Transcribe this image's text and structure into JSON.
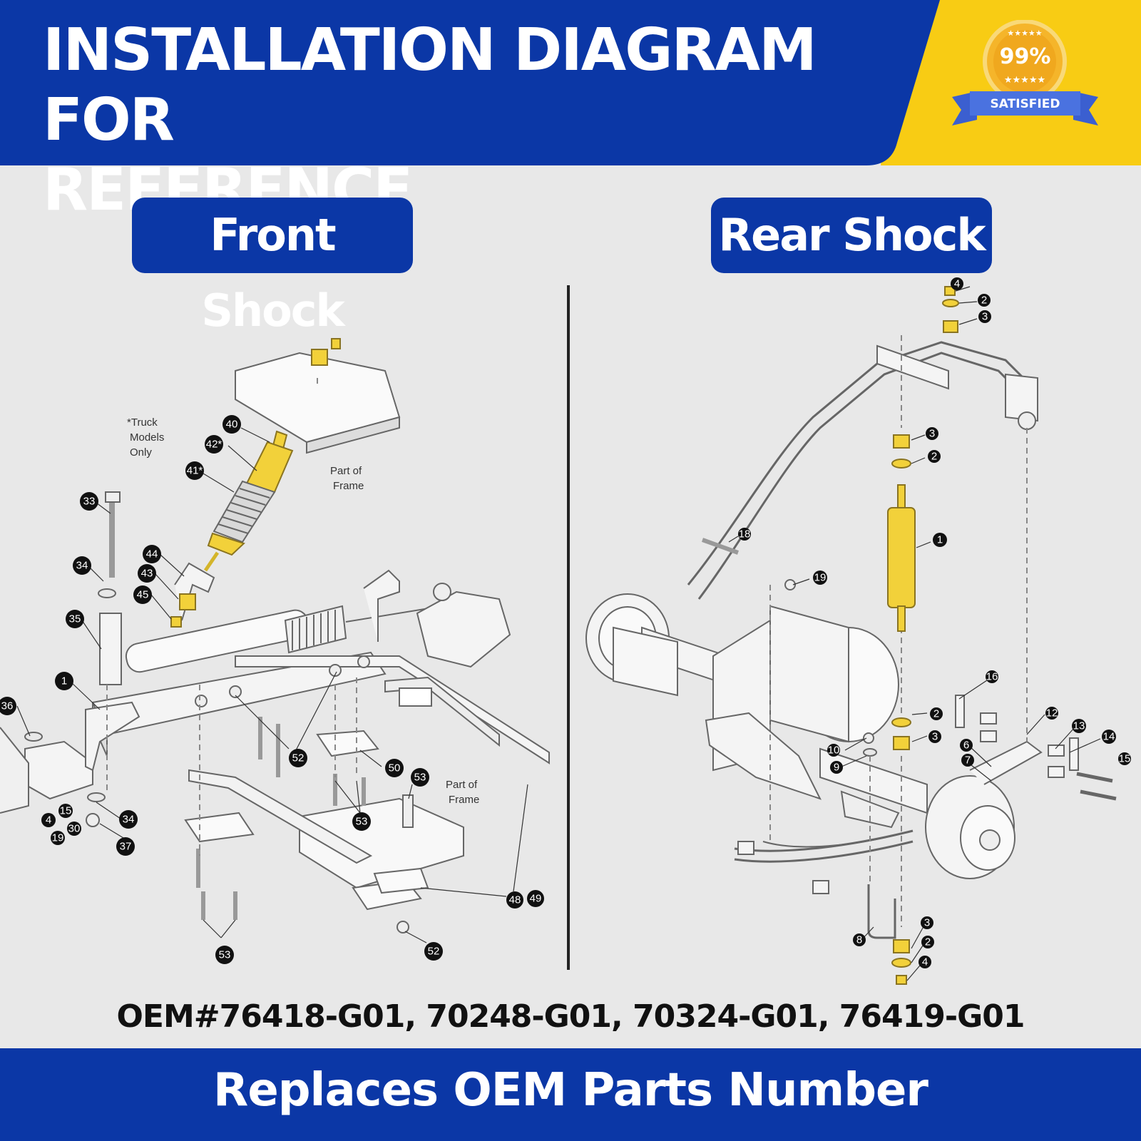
{
  "header": {
    "title_line1": "INSTALLATION DIAGRAM FOR",
    "title_line2": "REFERENCE",
    "badge_percent": "99%",
    "badge_label": "SATISFIED"
  },
  "sections": {
    "front_title": "Front Shock",
    "rear_title": "Rear Shock"
  },
  "front_diagram": {
    "note_line1": "*Truck",
    "note_line2": "Models",
    "note_line3": "Only",
    "frame_label_1a": "Part of",
    "frame_label_1b": "Frame",
    "frame_label_2a": "Part of",
    "frame_label_2b": "Frame",
    "callouts": [
      "40",
      "42*",
      "41*",
      "33",
      "34",
      "44",
      "43",
      "45",
      "35",
      "1",
      "36",
      "52",
      "50",
      "53",
      "4",
      "15",
      "30",
      "19",
      "34",
      "37",
      "53",
      "48",
      "49",
      "53",
      "52"
    ]
  },
  "rear_diagram": {
    "callouts": [
      "4",
      "2",
      "3",
      "3",
      "2",
      "1",
      "18",
      "19",
      "16",
      "12",
      "13",
      "14",
      "15",
      "6",
      "7",
      "2",
      "3",
      "10",
      "9",
      "8",
      "3",
      "2",
      "4"
    ]
  },
  "oem_numbers": "OEM#76418-G01, 70248-G01, 70324-G01, 76419-G01",
  "footer": {
    "text": "Replaces OEM Parts Number"
  },
  "colors": {
    "brand_blue": "#0b37a6",
    "accent_yellow": "#f8cc14",
    "part_highlight": "#f2d13a",
    "background": "#e8e8e8"
  }
}
